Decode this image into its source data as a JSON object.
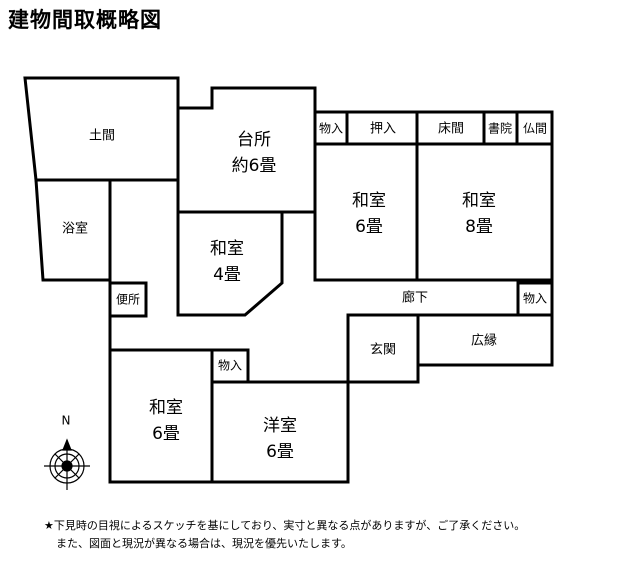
{
  "title": "建物間取概略図",
  "rooms": {
    "doma": "土間",
    "daidokoro_1": "台所",
    "daidokoro_2": "約6畳",
    "monoire_top": "物入",
    "oshiire": "押入",
    "tokonoma": "床間",
    "shoin": "書院",
    "butsuma": "仏間",
    "yokushitsu": "浴室",
    "washitsu_a_1": "和室",
    "washitsu_a_2": "4畳",
    "washitsu_b_1": "和室",
    "washitsu_b_2": "6畳",
    "washitsu_c_1": "和室",
    "washitsu_c_2": "8畳",
    "benjo": "便所",
    "rouka": "廊下",
    "monoire_right": "物入",
    "genkan": "玄関",
    "hiroen": "広縁",
    "monoire_bottom": "物入",
    "washitsu_d_1": "和室",
    "washitsu_d_2": "6畳",
    "youshitsu_1": "洋室",
    "youshitsu_2": "6畳"
  },
  "compass": {
    "north": "N"
  },
  "notes": [
    "★下見時の目視によるスケッチを基にしており、実寸と異なる点がありますが、ご了承ください。",
    "また、図面と現況が異なる場合は、現況を優先いたします。"
  ]
}
